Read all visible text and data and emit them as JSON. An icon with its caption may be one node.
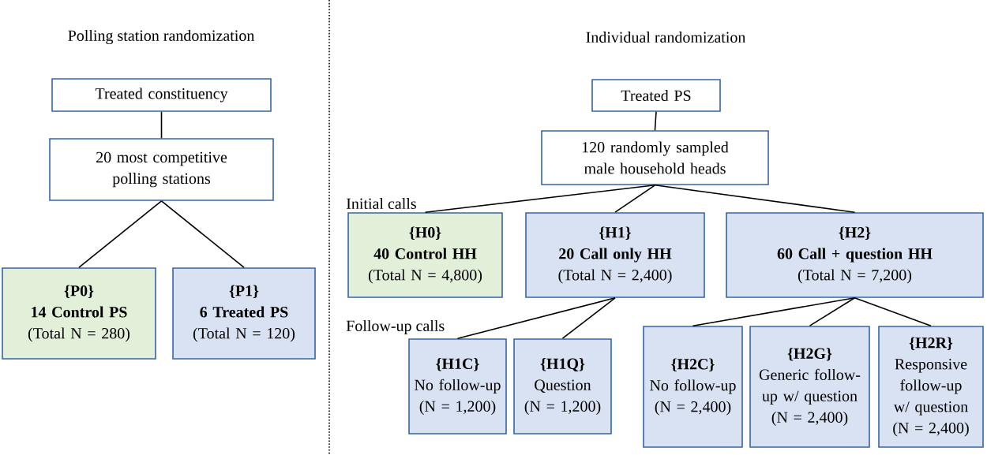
{
  "diagram": {
    "nodes": [
      {
        "text": [
          "Treated constituency"
        ]
      },
      {
        "text": [
          "20 most competitive polling stations"
        ]
      },
      {
        "text": [
          "{P0}",
          "14 Control PS",
          "(Total N = 280)"
        ]
      },
      {
        "text": [
          "{P1}",
          "6 Treated PS",
          "(Total N = 120)"
        ]
      },
      {
        "text": [
          "Treated PS"
        ]
      },
      {
        "text": [
          "120 randomly sampled male household heads"
        ]
      },
      {
        "text": [
          "{H0}",
          "40 Control HH",
          "(Total N = 4,800)"
        ]
      },
      {
        "text": [
          "{H1}",
          "20 Call only HH",
          "(Total N = 2,400)"
        ]
      },
      {
        "text": [
          "{H2}",
          "60 Call + question HH",
          "(Total N = 7,200)"
        ]
      },
      {
        "text": [
          "{H1C}",
          "No follow-up",
          "(N = 1,200)"
        ]
      },
      {
        "text": [
          "{H1Q}",
          "Question",
          "(N = 1,200)"
        ]
      },
      {
        "text": [
          "{H2C}",
          "No follow-up",
          "(N = 2,400)"
        ]
      },
      {
        "text": [
          "{H2G}",
          "Generic follow-up w/ question",
          "(N = 2,400)"
        ]
      },
      {
        "text": [
          "{H2R}",
          "Responsive follow-up w/ question",
          "(N = 2,400)"
        ]
      }
    ],
    "edges": [
      {
        "from": 0,
        "to": 1,
        "arrow": "none"
      },
      {
        "from": 1,
        "to": 2,
        "arrow": "none"
      },
      {
        "from": 1,
        "to": 3,
        "arrow": "none"
      },
      {
        "from": 4,
        "to": 5,
        "arrow": "none"
      },
      {
        "from": 5,
        "to": 6,
        "arrow": "none"
      },
      {
        "from": 5,
        "to": 7,
        "arrow": "none"
      },
      {
        "from": 5,
        "to": 8,
        "arrow": "none"
      },
      {
        "from": 7,
        "to": 9,
        "arrow": "none"
      },
      {
        "from": 7,
        "to": 10,
        "arrow": "none"
      },
      {
        "from": 8,
        "to": 11,
        "arrow": "none"
      },
      {
        "from": 8,
        "to": 12,
        "arrow": "none"
      },
      {
        "from": 8,
        "to": 13,
        "arrow": "none"
      }
    ],
    "labels": [
      "Polling station randomization",
      "Individual randomization",
      "Initial calls",
      "Follow-up calls"
    ]
  }
}
